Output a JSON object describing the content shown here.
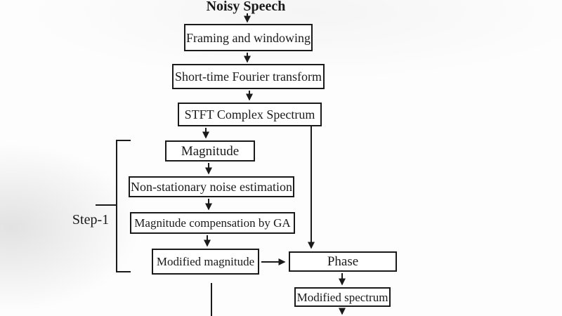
{
  "figure": {
    "source_label": "Noisy Speech",
    "step_label": "Step-1",
    "nodes": {
      "framing": "Framing and windowing",
      "short_time": "Short-time Fourier transform",
      "stft_spectrum": "STFT Complex Spectrum",
      "magnitude": "Magnitude",
      "noise_estimation": "Non-stationary noise estimation",
      "ga_compensation": "Magnitude compensation by GA",
      "modified_magnitude": "Modified magnitude",
      "phase": "Phase",
      "modified_spectrum": "Modified spectrum"
    },
    "flow": [
      "Noisy Speech -> Framing and windowing",
      "Framing and windowing -> Short-time Fourier transform",
      "Short-time Fourier transform -> STFT Complex Spectrum",
      "STFT Complex Spectrum -> Magnitude",
      "STFT Complex Spectrum -> Phase",
      "Magnitude -> Non-stationary noise estimation",
      "Non-stationary noise estimation -> Magnitude compensation by GA",
      "Magnitude compensation by GA -> Modified magnitude",
      "Modified magnitude -> Phase",
      "Modified magnitude -> (down, off-screen)",
      "Phase -> Modified spectrum",
      "Modified spectrum -> (down, off-screen)"
    ],
    "step_1_scope": [
      "Magnitude",
      "Non-stationary noise estimation",
      "Magnitude compensation by GA",
      "Modified magnitude"
    ],
    "colors": {
      "ink": "#1a1a1a",
      "box_fill": "#ffffff",
      "background": "#fdfdfd"
    }
  }
}
